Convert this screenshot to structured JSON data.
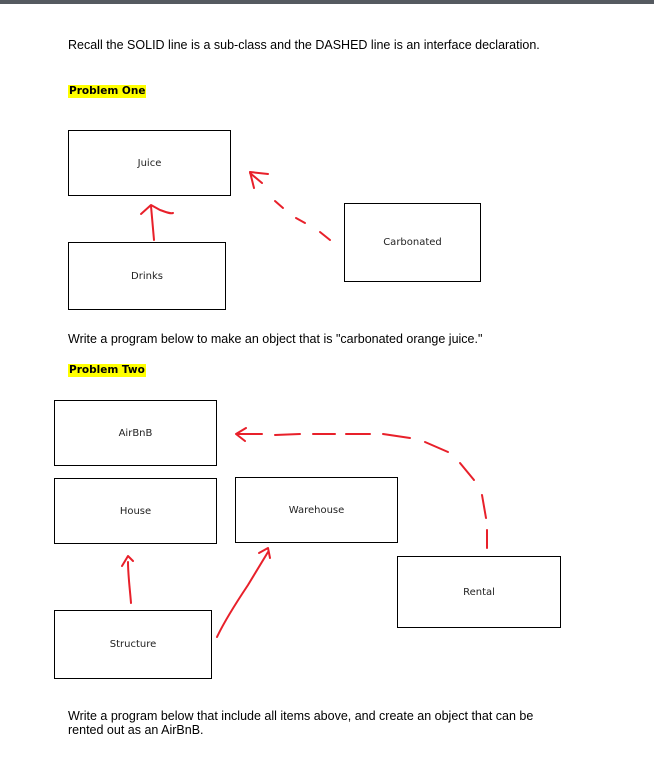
{
  "intro": "Recall the SOLID line is a sub-class and the DASHED line is an interface declaration.",
  "problem_one": {
    "heading": "Problem One",
    "boxes": {
      "juice": "Juice",
      "drinks": "Drinks",
      "carbonated": "Carbonated"
    },
    "instruction": "Write a program below to make an object that is \"carbonated orange juice.\""
  },
  "problem_two": {
    "heading": "Problem Two",
    "boxes": {
      "airbnb": "AirBnB",
      "house": "House",
      "warehouse": "Warehouse",
      "rental": "Rental",
      "structure": "Structure"
    },
    "instruction_line1": "Write a program below that include all items above, and create an object that can be",
    "instruction_line2": "rented out as an AirBnB."
  },
  "colors": {
    "annotation": "#e8202a",
    "highlight": "#ffff00",
    "topbar": "#555a60"
  }
}
